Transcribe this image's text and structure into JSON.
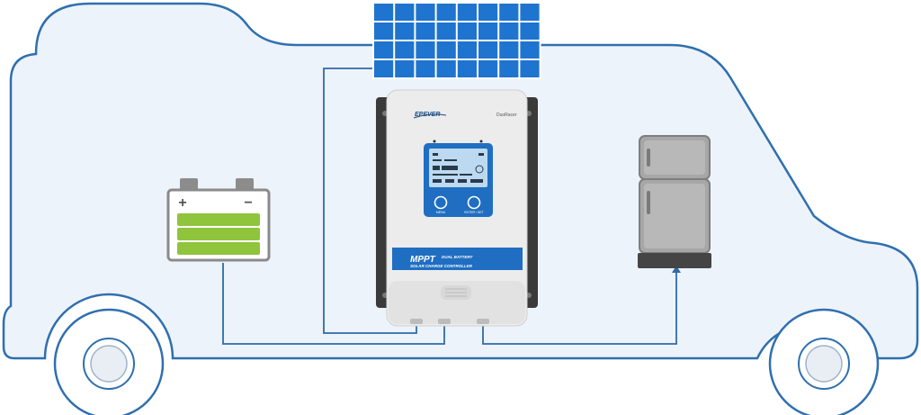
{
  "controller": {
    "brand": "EPEVER",
    "model": "DuoRacer",
    "label_main": "MPPT",
    "label_line1": "DUAL BATTERY",
    "label_line2": "SOLAR CHARGE CONTROLLER",
    "button_left": "MENU",
    "button_right": "ENTER / SET"
  },
  "battery": {
    "plus": "+",
    "minus": "−",
    "charge_bars": 3
  },
  "colors": {
    "rv_fill": "#edf3fa",
    "rv_stroke": "#2f6fb0",
    "wire": "#2e6aa8",
    "panel_cell": "#1f74cf",
    "battery_green": "#8fc43d",
    "fridge": "#a7a7a7",
    "controller_body": "#ececec",
    "controller_side": "#3a3a3a",
    "lcd": "#bcd9f1",
    "display_frame": "#1f6ec2"
  }
}
